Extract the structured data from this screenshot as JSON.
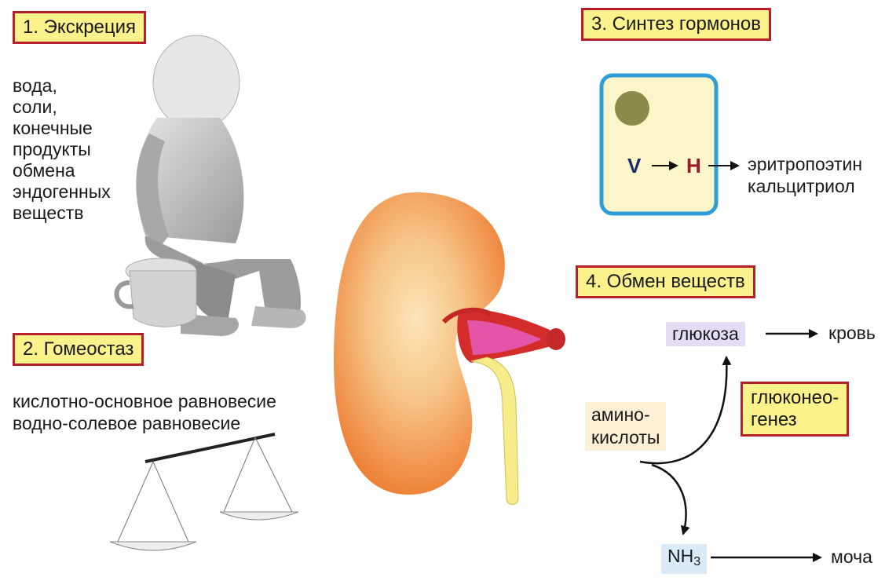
{
  "sections": {
    "excretion": {
      "title": "1. Экскреция",
      "items": [
        "вода,",
        "соли,",
        "конечные",
        "продукты",
        "обмена",
        "эндогенных",
        "веществ"
      ]
    },
    "homeostasis": {
      "title": "2. Гомеостаз",
      "lines": [
        "кислотно-основное равновесие",
        "водно-солевое равновесие"
      ]
    },
    "hormones": {
      "title": "3. Синтез гормонов",
      "cell_left": "V",
      "cell_right": "H",
      "products": [
        "эритропоэтин",
        "кальцитриол"
      ]
    },
    "metabolism": {
      "title": "4. Обмен веществ",
      "glucose": "глюкоза",
      "blood": "кровь",
      "gluconeogenesis": [
        "глюконео-",
        "генез"
      ],
      "amino_acids": [
        "амино-",
        "кислоты"
      ],
      "ammonia": "NH",
      "ammonia_sub": "3",
      "urine": "моча"
    }
  },
  "colors": {
    "label_fill": "#fbf28c",
    "label_border": "#b81f2a",
    "kidney": "#f08a3e",
    "cell_border": "#2f9ed6",
    "nucleus": "#8a8a4a"
  }
}
